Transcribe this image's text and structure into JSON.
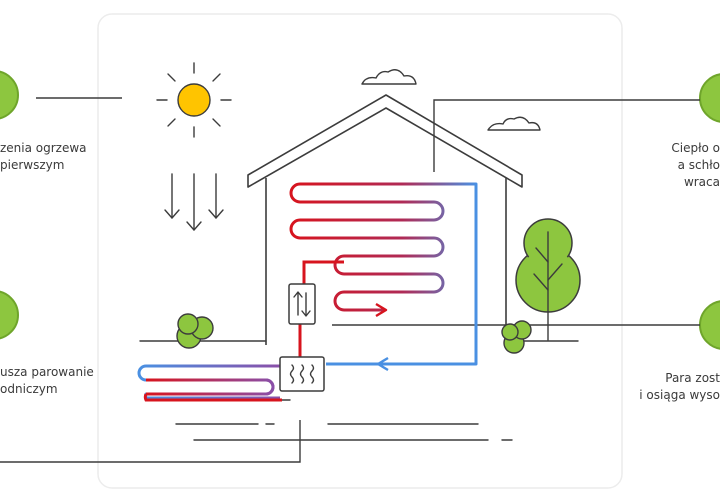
{
  "colors": {
    "accent_green": "#8dc63f",
    "tree_green": "#8dc63f",
    "sun_yellow": "#ffc400",
    "hot_red": "#d7141e",
    "cold_blue": "#4a90e2",
    "line_gray": "#3c3c3c",
    "card_border": "#ececec"
  },
  "icons": {
    "sun": "sun-icon",
    "arrows_down": "arrow-down-icon",
    "heat_exchanger": "heat-waves-icon",
    "compressor": "updown-arrows-icon"
  },
  "labels": {
    "top_left": [
      "zenia ogrzewa",
      " pierwszym"
    ],
    "bottom_left": [
      "usza parowanie",
      "odniczym"
    ],
    "top_right": [
      "Ciepło o",
      "a schło",
      "wraca"
    ],
    "bottom_right": [
      "Para zost",
      "i osiąga wyso"
    ]
  }
}
